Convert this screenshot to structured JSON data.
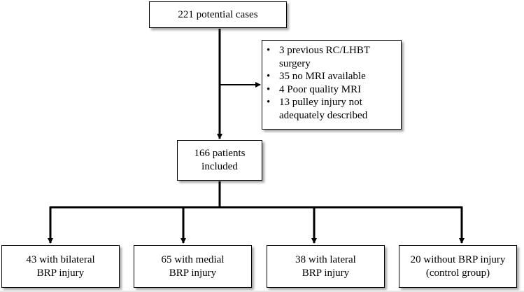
{
  "flowchart": {
    "start": "221 potential cases",
    "exclusions": [
      "3 previous RC/LHBT\nsurgery",
      "35 no MRI available",
      "4 Poor quality MRI",
      "13 pulley injury not\nadequately described"
    ],
    "included": "166 patients\nincluded",
    "groups": [
      "43 with bilateral\nBRP injury",
      "65 with medial\nBRP injury",
      "38 with lateral\nBRP injury",
      "20 without BRP injury\n(control group)"
    ]
  }
}
